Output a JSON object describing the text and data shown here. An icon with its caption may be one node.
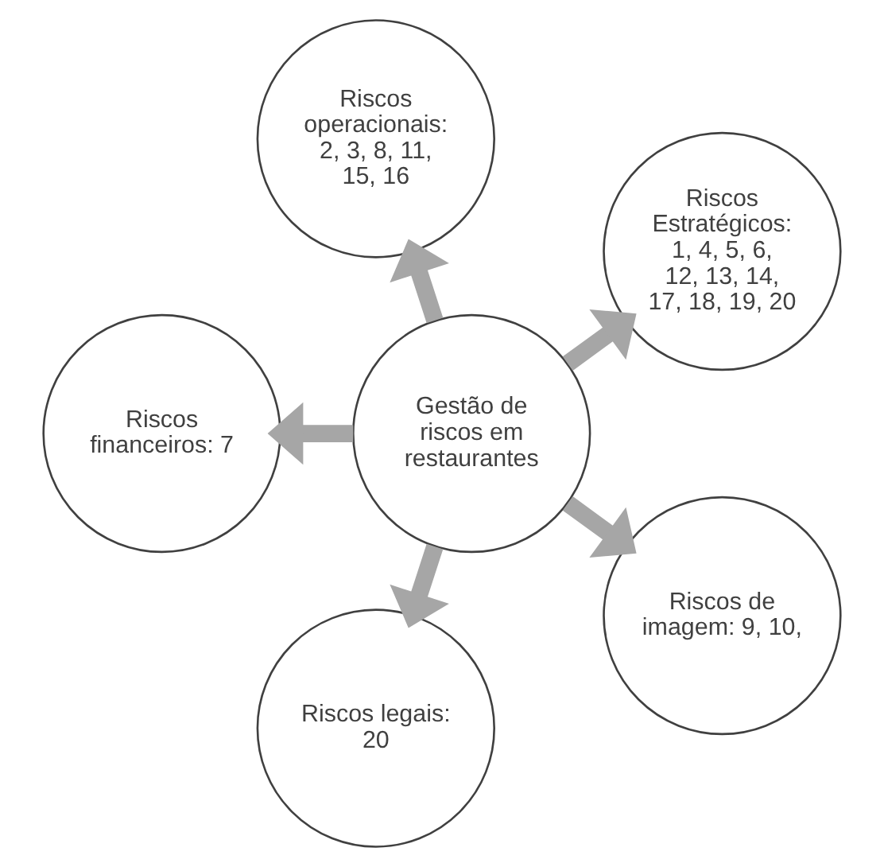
{
  "diagram": {
    "nodes": [
      {
        "text": [
          "Riscos Estratégicos: 1, 4, 5, 6, 12, 13, 14, 17, 18, 19, 20"
        ]
      },
      {
        "text": [
          "Riscos operacionais: 2, 3, 8, 11, 15, 16"
        ]
      },
      {
        "text": [
          "Gestão de riscos em restaurantes"
        ]
      },
      {
        "text": [
          "Riscos financeiros: 7"
        ]
      },
      {
        "text": [
          "Riscos legais: 20"
        ]
      },
      {
        "text": [
          "Riscos de imagem: 9, 10,"
        ]
      }
    ],
    "edges": [
      {
        "from": 2,
        "to": 0,
        "arrow": "to"
      },
      {
        "from": 2,
        "to": 3,
        "arrow": "to"
      },
      {
        "from": 2,
        "to": 5,
        "arrow": "to"
      },
      {
        "from": 2,
        "to": 4,
        "arrow": "to"
      },
      {
        "from": 2,
        "to": 1,
        "arrow": "to"
      }
    ]
  }
}
